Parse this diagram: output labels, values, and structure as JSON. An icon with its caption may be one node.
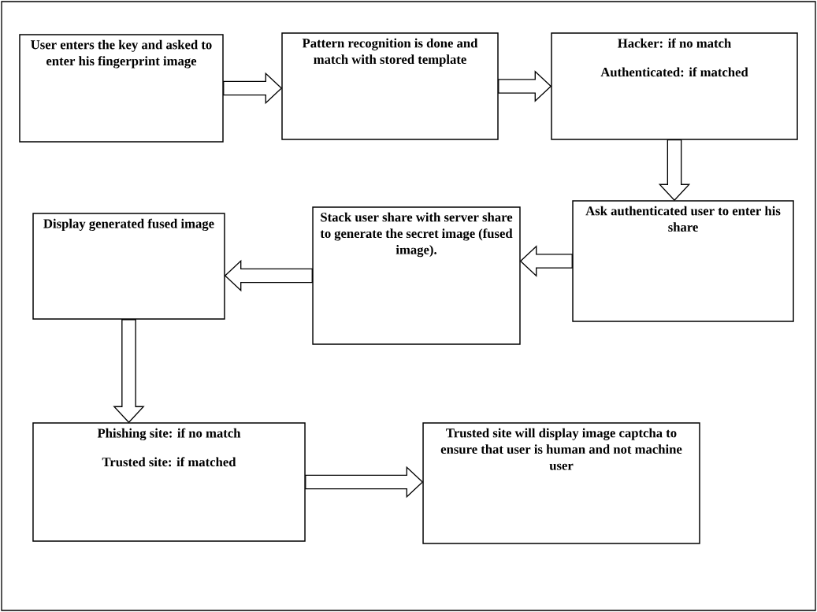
{
  "diagram": {
    "nodes": [
      {
        "text": [
          "User enters the key and asked to enter his fingerprint image"
        ]
      },
      {
        "text": [
          "Pattern recognition is done and match with stored template"
        ]
      },
      {
        "text": [
          "Hacker: if no match",
          "Authenticated: if matched"
        ]
      },
      {
        "text": [
          "Ask authenticated user to enter his share"
        ]
      },
      {
        "text": [
          "Stack user share with server share to generate the secret image (fused image)."
        ]
      },
      {
        "text": [
          "Display generated fused image"
        ]
      },
      {
        "text": [
          "Phishing site: if no match",
          "Trusted site: if matched"
        ]
      },
      {
        "text": [
          "Trusted site will display image captcha to ensure that user is human and not machine user"
        ]
      }
    ],
    "edges": [
      {
        "from": 0,
        "to": 1,
        "arrow": "to"
      },
      {
        "from": 1,
        "to": 2,
        "arrow": "to"
      },
      {
        "from": 2,
        "to": 3,
        "arrow": "to"
      },
      {
        "from": 3,
        "to": 4,
        "arrow": "to"
      },
      {
        "from": 4,
        "to": 5,
        "arrow": "to"
      },
      {
        "from": 5,
        "to": 6,
        "arrow": "to"
      },
      {
        "from": 6,
        "to": 7,
        "arrow": "to"
      }
    ]
  }
}
